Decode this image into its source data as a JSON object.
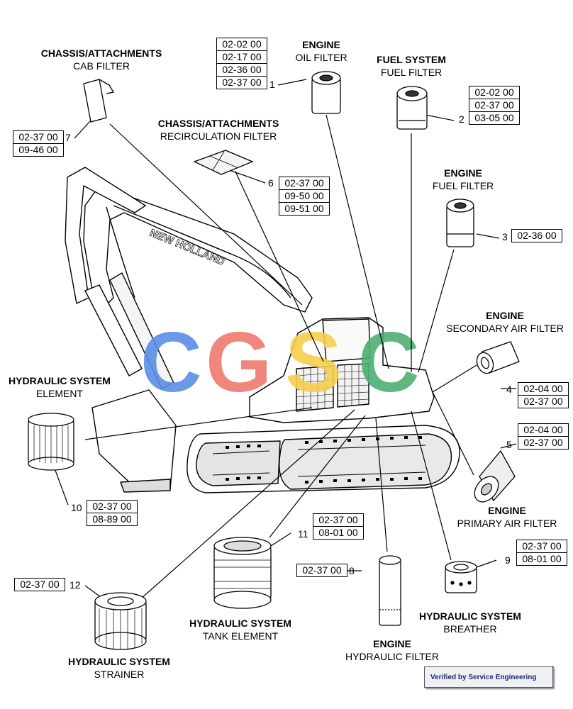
{
  "parts": [
    {
      "num": "1",
      "title": "ENGINE",
      "subtitle": "OIL FILTER",
      "codes": [
        "02-02 00",
        "02-17 00",
        "02-36 00",
        "02-37 00"
      ]
    },
    {
      "num": "2",
      "title": "FUEL SYSTEM",
      "subtitle": "FUEL FILTER",
      "codes": [
        "02-02 00",
        "02-37 00",
        "03-05 00"
      ]
    },
    {
      "num": "3",
      "title": "ENGINE",
      "subtitle": "FUEL FILTER",
      "codes": [
        "02-36 00"
      ]
    },
    {
      "num": "4",
      "title": "ENGINE",
      "subtitle": "SECONDARY AIR FILTER",
      "codes": [
        "02-04 00",
        "02-37 00"
      ]
    },
    {
      "num": "5",
      "title": "ENGINE",
      "subtitle": "PRIMARY AIR FILTER",
      "codes": [
        "02-04 00",
        "02-37 00"
      ]
    },
    {
      "num": "6",
      "title": "CHASSIS/ATTACHMENTS",
      "subtitle": "RECIRCULATION FILTER",
      "codes": [
        "02-37 00",
        "09-50 00",
        "09-51 00"
      ]
    },
    {
      "num": "7",
      "title": "CHASSIS/ATTACHMENTS",
      "subtitle": "CAB FILTER",
      "codes": [
        "02-37 00",
        "09-46 00"
      ]
    },
    {
      "num": "8",
      "title": "ENGINE",
      "subtitle": "HYDRAULIC FILTER",
      "codes": [
        "02-37 00"
      ]
    },
    {
      "num": "9",
      "title": "HYDRAULIC SYSTEM",
      "subtitle": "BREATHER",
      "codes": [
        "02-37 00",
        "08-01 00"
      ]
    },
    {
      "num": "10",
      "title": "HYDRAULIC SYSTEM",
      "subtitle": "ELEMENT",
      "codes": [
        "02-37 00",
        "08-89 00"
      ]
    },
    {
      "num": "11",
      "title": "HYDRAULIC SYSTEM",
      "subtitle": "TANK ELEMENT",
      "codes": [
        "02-37 00",
        "08-01 00"
      ]
    },
    {
      "num": "12",
      "title": "HYDRAULIC SYSTEM",
      "subtitle": "STRAINER",
      "codes": [
        "02-37 00"
      ]
    }
  ],
  "machine_brand": "NEW HOLLAND",
  "watermark": "CGSC",
  "badge": "Verified by Service Engineering",
  "colors": {
    "line": "#000000",
    "wm_blue": "#5b8ee6",
    "wm_red": "#ef7b6f",
    "wm_yellow": "#f5cf4b",
    "wm_green": "#4fae73"
  }
}
